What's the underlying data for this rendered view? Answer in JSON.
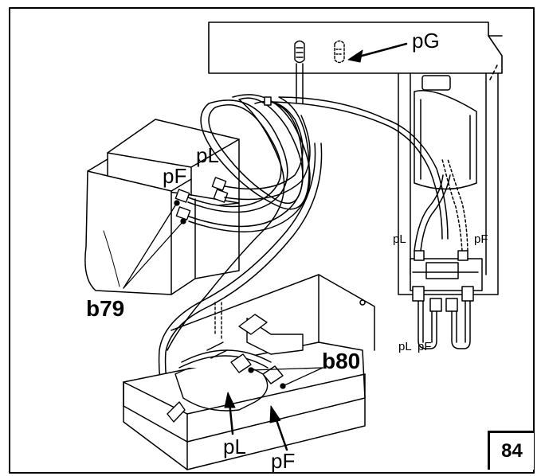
{
  "labels": {
    "pG": "pG",
    "pL_top": "pL",
    "pF_top": "pF",
    "b79": "b79",
    "pL_right": "pL",
    "pF_right": "pF",
    "pL_lower_right": "pL",
    "pF_lower_right": "pF",
    "b80": "b80",
    "pL_bottom": "pL",
    "pF_bottom": "pF"
  },
  "figure_number": "84"
}
